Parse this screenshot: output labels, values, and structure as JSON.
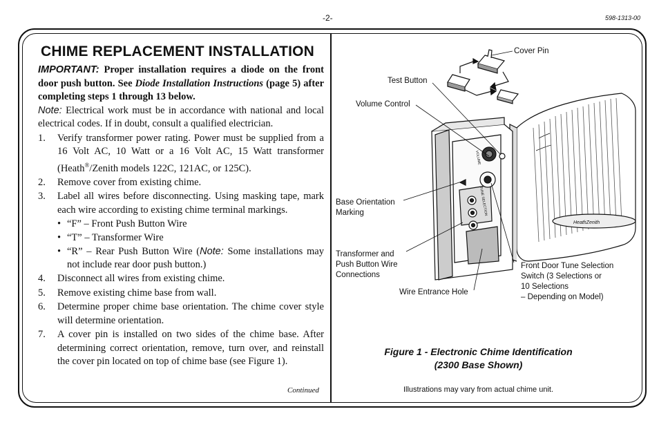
{
  "header": {
    "page_number": "-2-",
    "doc_code": "598-1313-00"
  },
  "section": {
    "title": "CHIME REPLACEMENT INSTALLATION",
    "important_label": "IMPORTANT:",
    "important_text_1": " Proper installation requires a diode on the front door push button. See ",
    "important_ref": "Diode Installation Instructions",
    "important_text_2": " (page 5) after completing steps 1 through 13 below.",
    "note_label": "Note:",
    "note_text": " Electrical work must be in accordance with national and local electrical codes. If in doubt, consult a qualified electrician."
  },
  "steps": [
    {
      "num": "1.",
      "text_a": "Verify transformer power rating. Power must be supplied from a 16 Volt AC, 10 Watt or a 16 Volt AC, 15 Watt transformer (Heath",
      "sup": "®",
      "text_b": "/Zenith models 122C, 121AC, or 125C)."
    },
    {
      "num": "2.",
      "text": "Remove cover from existing chime."
    },
    {
      "num": "3.",
      "text": "Label all wires before disconnecting. Using masking tape, mark each wire according to existing chime terminal markings.",
      "bullets": [
        {
          "text": "“F” – Front Push Button Wire"
        },
        {
          "text": "“T” – Transformer Wire"
        },
        {
          "text_a": "“R” – Rear Push Button Wire (",
          "note": "Note:",
          "text_b": " Some installations may not include rear door push button.)"
        }
      ]
    },
    {
      "num": "4.",
      "text": "Disconnect all wires from existing chime."
    },
    {
      "num": "5.",
      "text": "Remove existing chime base from wall."
    },
    {
      "num": "6.",
      "text": "Determine proper chime base orientation. The chime cover style will determine orientation."
    },
    {
      "num": "7.",
      "text": "A cover pin is installed on two sides of the chime base. After determining correct orientation, remove, turn over, and reinstall the cover pin located on top of chime base (see Figure 1)."
    }
  ],
  "continued": "Continued",
  "figure": {
    "labels": {
      "cover_pin": "Cover Pin",
      "test_button": "Test Button",
      "volume_control": "Volume Control",
      "base_orientation_1": "Base Orientation",
      "base_orientation_2": "Marking",
      "transformer_1": "Transformer and",
      "transformer_2": "Push Button Wire",
      "transformer_3": "Connections",
      "wire_entrance": "Wire Entrance Hole",
      "tune_1": "Front Door Tune Selection",
      "tune_2": "Switch (3 Selections or",
      "tune_3": "10 Selections",
      "tune_4": "– Depending on Model)"
    },
    "device_text": {
      "volume": "VOLUME",
      "tune": "TUNE SELECTION",
      "brand": "HeathZenith"
    },
    "caption_1": "Figure 1 - Electronic Chime Identification",
    "caption_2": "(2300 Base Shown)",
    "disclaimer": "Illustrations may vary from actual chime unit."
  }
}
